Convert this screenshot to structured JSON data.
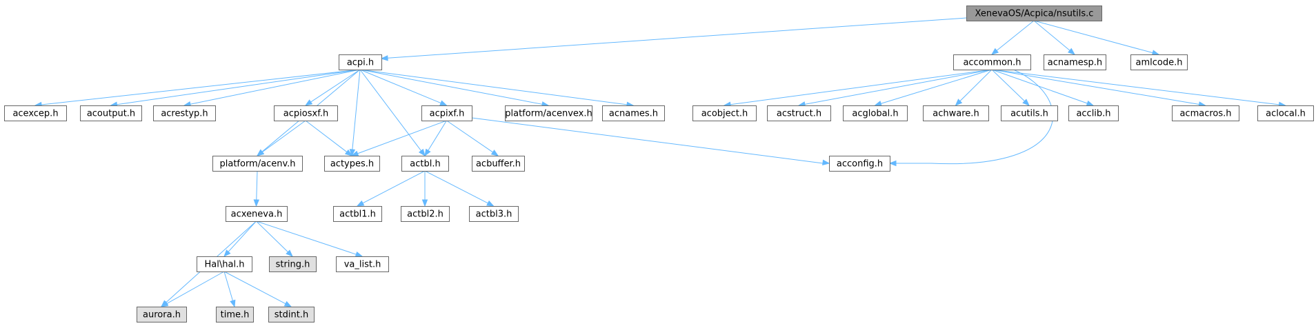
{
  "colors": {
    "edge": "#63b8ff",
    "node_fill": "#ffffff",
    "root_fill": "#999999",
    "missing_fill": "#e0e0e0",
    "border": "#666666"
  },
  "nodes": [
    {
      "id": "nsutils",
      "label": "XenevaOS/Acpica/nsutils.c",
      "kind": "root"
    },
    {
      "id": "acpi_h",
      "label": "acpi.h",
      "kind": "file"
    },
    {
      "id": "accommon_h",
      "label": "accommon.h",
      "kind": "file"
    },
    {
      "id": "acnamesp_h",
      "label": "acnamesp.h",
      "kind": "file"
    },
    {
      "id": "amlcode_h",
      "label": "amlcode.h",
      "kind": "file"
    },
    {
      "id": "acexcep_h",
      "label": "acexcep.h",
      "kind": "file"
    },
    {
      "id": "acoutput_h",
      "label": "acoutput.h",
      "kind": "file"
    },
    {
      "id": "acrestyp_h",
      "label": "acrestyp.h",
      "kind": "file"
    },
    {
      "id": "acpiosxf_h",
      "label": "acpiosxf.h",
      "kind": "file"
    },
    {
      "id": "acpixf_h",
      "label": "acpixf.h",
      "kind": "file"
    },
    {
      "id": "acenvex_h",
      "label": "platform/acenvex.h",
      "kind": "file"
    },
    {
      "id": "acnames_h",
      "label": "acnames.h",
      "kind": "file"
    },
    {
      "id": "acobject_h",
      "label": "acobject.h",
      "kind": "file"
    },
    {
      "id": "acstruct_h",
      "label": "acstruct.h",
      "kind": "file"
    },
    {
      "id": "acglobal_h",
      "label": "acglobal.h",
      "kind": "file"
    },
    {
      "id": "achware_h",
      "label": "achware.h",
      "kind": "file"
    },
    {
      "id": "acutils_h",
      "label": "acutils.h",
      "kind": "file"
    },
    {
      "id": "acclib_h",
      "label": "acclib.h",
      "kind": "file"
    },
    {
      "id": "acmacros_h",
      "label": "acmacros.h",
      "kind": "file"
    },
    {
      "id": "aclocal_h",
      "label": "aclocal.h",
      "kind": "file"
    },
    {
      "id": "acenv_h",
      "label": "platform/acenv.h",
      "kind": "file"
    },
    {
      "id": "actypes_h",
      "label": "actypes.h",
      "kind": "file"
    },
    {
      "id": "actbl_h",
      "label": "actbl.h",
      "kind": "file"
    },
    {
      "id": "acbuffer_h",
      "label": "acbuffer.h",
      "kind": "file"
    },
    {
      "id": "acconfig_h",
      "label": "acconfig.h",
      "kind": "file"
    },
    {
      "id": "acxeneva_h",
      "label": "acxeneva.h",
      "kind": "file"
    },
    {
      "id": "actbl1_h",
      "label": "actbl1.h",
      "kind": "file"
    },
    {
      "id": "actbl2_h",
      "label": "actbl2.h",
      "kind": "file"
    },
    {
      "id": "actbl3_h",
      "label": "actbl3.h",
      "kind": "file"
    },
    {
      "id": "halhal_h",
      "label": "Hal\\hal.h",
      "kind": "file"
    },
    {
      "id": "string_h",
      "label": "string.h",
      "kind": "missing"
    },
    {
      "id": "va_list_h",
      "label": "va_list.h",
      "kind": "file"
    },
    {
      "id": "aurora_h",
      "label": "aurora.h",
      "kind": "missing"
    },
    {
      "id": "time_h",
      "label": "time.h",
      "kind": "missing"
    },
    {
      "id": "stdint_h",
      "label": "stdint.h",
      "kind": "missing"
    }
  ],
  "edges": [
    {
      "from": "nsutils",
      "to": "acpi_h"
    },
    {
      "from": "nsutils",
      "to": "accommon_h"
    },
    {
      "from": "nsutils",
      "to": "acnamesp_h"
    },
    {
      "from": "nsutils",
      "to": "amlcode_h"
    },
    {
      "from": "acpi_h",
      "to": "acexcep_h"
    },
    {
      "from": "acpi_h",
      "to": "acoutput_h"
    },
    {
      "from": "acpi_h",
      "to": "acrestyp_h"
    },
    {
      "from": "acpi_h",
      "to": "acpiosxf_h"
    },
    {
      "from": "acpi_h",
      "to": "acenv_h"
    },
    {
      "from": "acpi_h",
      "to": "actypes_h"
    },
    {
      "from": "acpi_h",
      "to": "actbl_h"
    },
    {
      "from": "acpi_h",
      "to": "acpixf_h"
    },
    {
      "from": "acpi_h",
      "to": "acenvex_h"
    },
    {
      "from": "acpi_h",
      "to": "acnames_h"
    },
    {
      "from": "acpiosxf_h",
      "to": "acenv_h"
    },
    {
      "from": "acpiosxf_h",
      "to": "actypes_h"
    },
    {
      "from": "acpixf_h",
      "to": "actypes_h"
    },
    {
      "from": "acpixf_h",
      "to": "actbl_h"
    },
    {
      "from": "acpixf_h",
      "to": "acbuffer_h"
    },
    {
      "from": "acpixf_h",
      "to": "acconfig_h"
    },
    {
      "from": "accommon_h",
      "to": "acobject_h"
    },
    {
      "from": "accommon_h",
      "to": "acstruct_h"
    },
    {
      "from": "accommon_h",
      "to": "acglobal_h"
    },
    {
      "from": "accommon_h",
      "to": "achware_h"
    },
    {
      "from": "accommon_h",
      "to": "acutils_h"
    },
    {
      "from": "accommon_h",
      "to": "acclib_h"
    },
    {
      "from": "accommon_h",
      "to": "acmacros_h"
    },
    {
      "from": "accommon_h",
      "to": "aclocal_h"
    },
    {
      "from": "accommon_h",
      "to": "acconfig_h"
    },
    {
      "from": "acenv_h",
      "to": "acxeneva_h"
    },
    {
      "from": "actbl_h",
      "to": "actbl1_h"
    },
    {
      "from": "actbl_h",
      "to": "actbl2_h"
    },
    {
      "from": "actbl_h",
      "to": "actbl3_h"
    },
    {
      "from": "acxeneva_h",
      "to": "halhal_h"
    },
    {
      "from": "acxeneva_h",
      "to": "string_h"
    },
    {
      "from": "acxeneva_h",
      "to": "va_list_h"
    },
    {
      "from": "acxeneva_h",
      "to": "aurora_h"
    },
    {
      "from": "halhal_h",
      "to": "aurora_h"
    },
    {
      "from": "halhal_h",
      "to": "time_h"
    },
    {
      "from": "halhal_h",
      "to": "stdint_h"
    }
  ]
}
